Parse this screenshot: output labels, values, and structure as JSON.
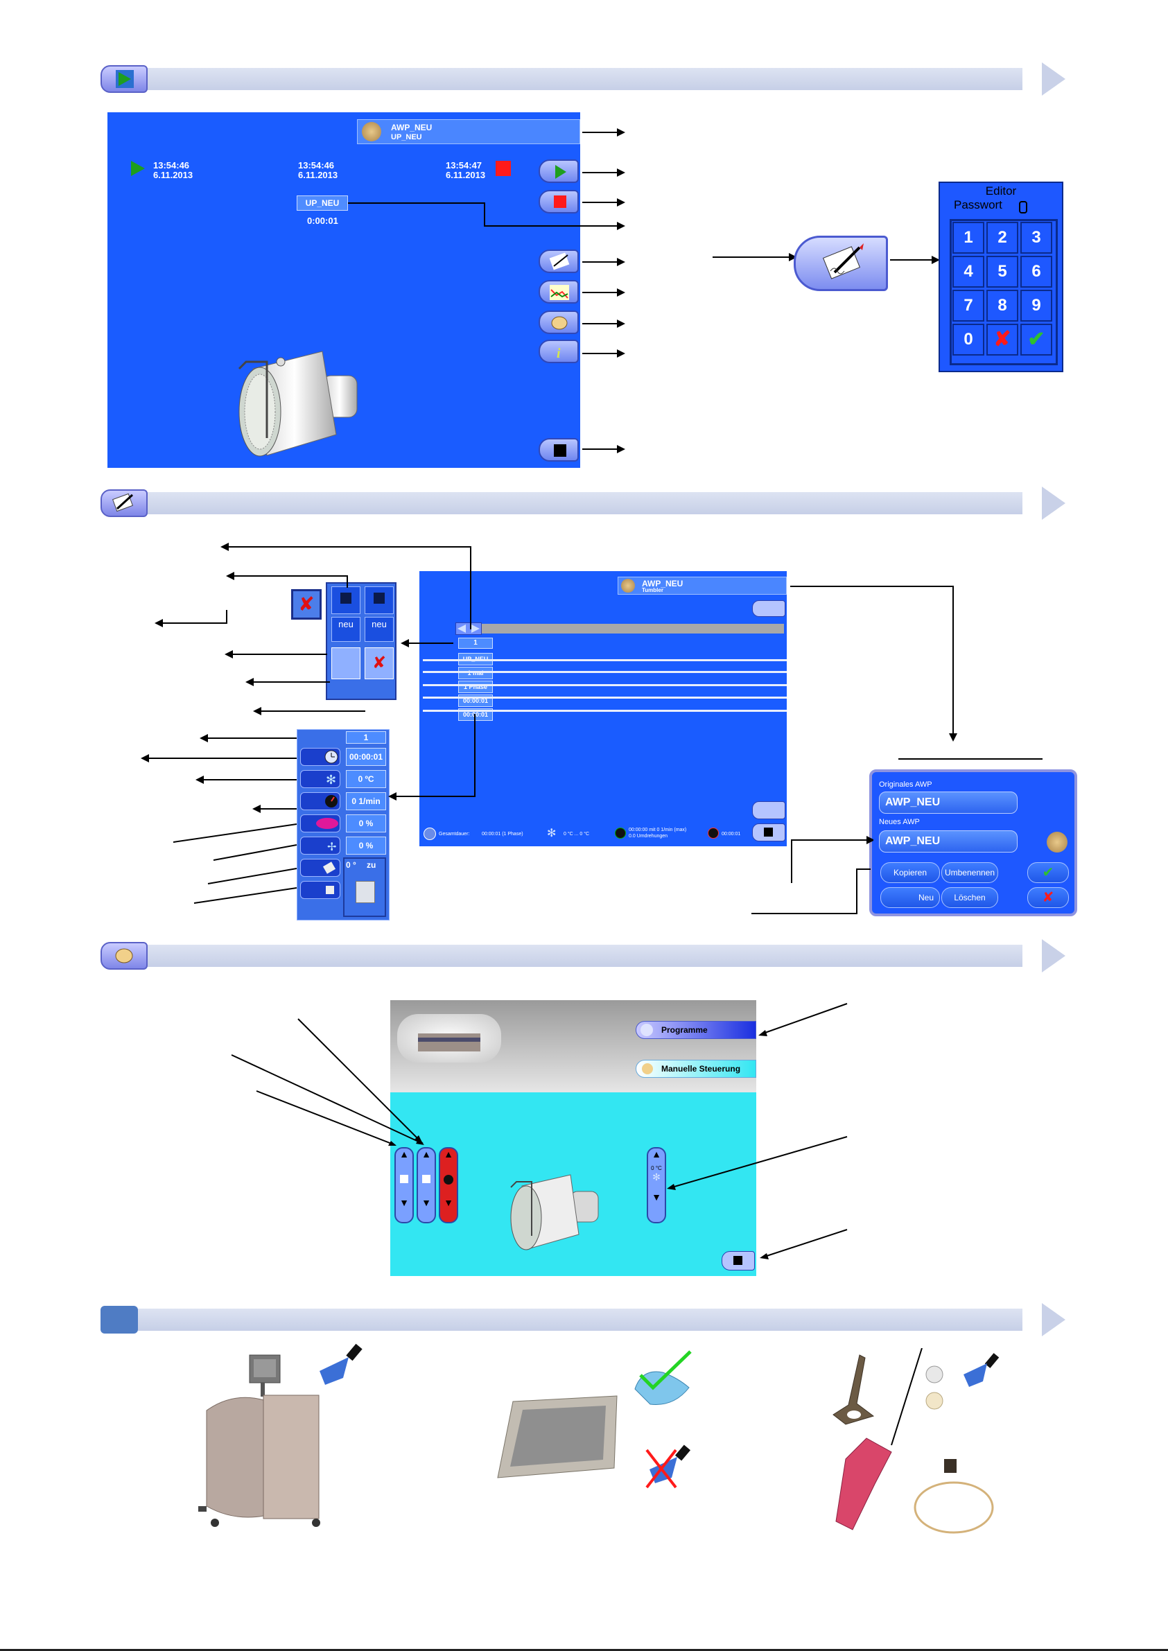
{
  "section1": {
    "screen": {
      "program_name": "AWP_NEU",
      "program_sub": "UP_NEU",
      "time_start": "13:54:46",
      "date_start": "6.11.2013",
      "time_mid": "13:54:46",
      "date_mid": "6.11.2013",
      "time_end": "13:54:47",
      "date_end": "6.11.2013",
      "subprogram_btn": "UP_NEU",
      "elapsed": "0:00:01"
    },
    "password_panel": {
      "title": "Editor",
      "label": "Passwort",
      "keys": [
        "1",
        "2",
        "3",
        "4",
        "5",
        "6",
        "7",
        "8",
        "9",
        "0",
        "✘",
        "✔"
      ]
    }
  },
  "section2": {
    "editor_screen": {
      "program_name": "AWP_NEU",
      "program_sub": "Tumbler",
      "step_number": "1",
      "rows": [
        "UP_NEU",
        "1 mal",
        "1 Phase",
        "00:00:01",
        "00:00:01"
      ],
      "status_total_label": "Gesamtdauer:",
      "status_total_value": "00:00:01 (1 Phase)",
      "status_temp": "0 °C ... 0 °C",
      "status_motion": "00:00:00 mit 0 1/min (max)",
      "status_rotations": "0.0 Umdrehungen",
      "status_time": "00:00:01"
    },
    "left_panel": {
      "neu_1": "neu",
      "neu_2": "neu"
    },
    "param_panel": {
      "step": "1",
      "duration": "00:00:01",
      "temperature": "0 ºC",
      "speed": "0 1/min",
      "value_1": "0 %",
      "value_2": "0 %",
      "valve": "0 °",
      "valve_state": "zu"
    },
    "copy_dialog": {
      "label_original": "Originales AWP",
      "original_value": "AWP_NEU",
      "label_new": "Neues AWP",
      "new_value": "AWP_NEU",
      "btn_copy": "Kopieren",
      "btn_rename": "Umbenennen",
      "btn_new": "Neu",
      "btn_delete": "Löschen"
    }
  },
  "section3": {
    "manual_screen": {
      "btn_programs": "Programme",
      "btn_manual": "Manuelle Steuerung",
      "temp_readout": "0 °C"
    }
  },
  "colors": {
    "screen_blue": "#1a5cff",
    "accent_green": "#1e9e1e",
    "stop_red": "#ff1a1a",
    "banner": "#c9d1e8"
  },
  "icons": [
    "play-icon",
    "stop-icon",
    "editor-pen-icon",
    "chart-icon",
    "hand-icon",
    "info-icon",
    "save-icon",
    "delete-icon",
    "clock-icon",
    "fan-icon",
    "speed-gauge-icon",
    "brush-icon",
    "cloth-icon"
  ]
}
